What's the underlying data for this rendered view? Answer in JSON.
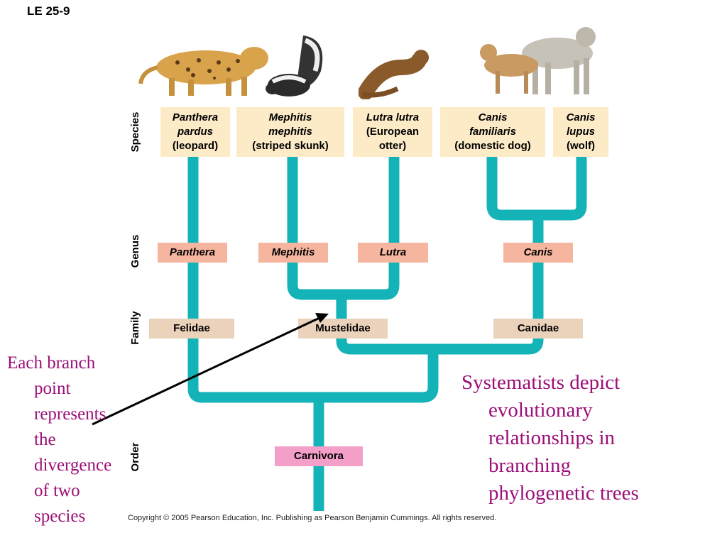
{
  "slide_label": "LE 25-9",
  "ranks": {
    "species": "Species",
    "genus": "Genus",
    "family": "Family",
    "order": "Order"
  },
  "species": [
    {
      "name_line1": "Panthera",
      "name_line2": "pardus",
      "common": "(leopard)"
    },
    {
      "name_line1": "Mephitis",
      "name_line2": "mephitis",
      "common": "(striped skunk)"
    },
    {
      "name_line1": "Lutra lutra",
      "common_line1": "(European",
      "common_line2": "otter)"
    },
    {
      "name_line1": "Canis",
      "name_line2": "familiaris",
      "common": "(domestic dog)"
    },
    {
      "name_line1": "Canis",
      "name_line2": "lupus",
      "common": "(wolf)"
    }
  ],
  "genera": [
    "Panthera",
    "Mephitis",
    "Lutra",
    "Canis"
  ],
  "families": [
    "Felidae",
    "Mustelidae",
    "Canidae"
  ],
  "order": "Carnivora",
  "note_left": [
    "Each branch",
    "point",
    "represents",
    "the",
    "divergence",
    "of two",
    "species"
  ],
  "note_right": [
    "Systematists depict",
    "evolutionary",
    "relationships in",
    "branching",
    "phylogenetic trees"
  ],
  "copyright": "Copyright © 2005 Pearson Education, Inc. Publishing as Pearson Benjamin Cummings. All rights reserved.",
  "colors": {
    "tree": "#13b3b8",
    "species_box": "#fdebc8",
    "genus_box": "#f6b59e",
    "family_box": "#ebd2bb",
    "order_box": "#f39fc7",
    "note_text": "#9b0f78"
  },
  "animal_illustrations": [
    "leopard-illustration",
    "skunk-illustration",
    "otter-illustration",
    "dog-and-wolf-illustration"
  ]
}
